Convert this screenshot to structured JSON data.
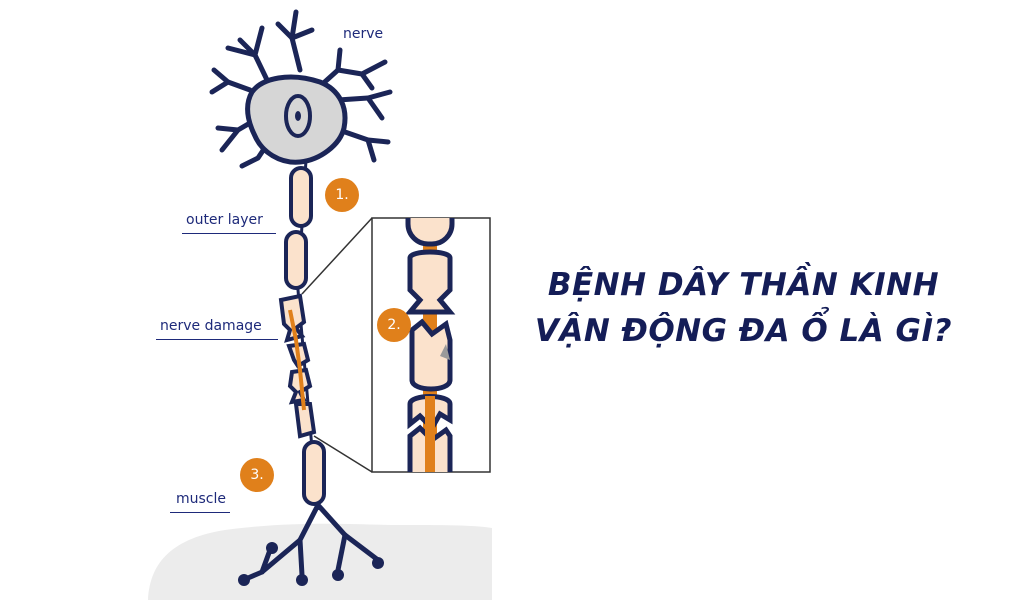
{
  "labels": {
    "nerve": "nerve",
    "outer_layer": "outer layer",
    "nerve_damage": "nerve damage",
    "muscle": "muscle"
  },
  "steps": [
    "1.",
    "2.",
    "3."
  ],
  "headline": {
    "line1": "BỆNH DÂY THẦN KINH",
    "line2": "VẬN ĐỘNG ĐA Ổ LÀ GÌ?"
  },
  "colors": {
    "navy": "#1b2557",
    "label_blue": "#1e2a7a",
    "orange": "#e0801b",
    "myelin": "#fbe2cc",
    "cell_body": "#d6d6d6",
    "muscle_bg": "#ececec"
  },
  "icons": [
    "neuron-diagram",
    "zoom-inset"
  ]
}
